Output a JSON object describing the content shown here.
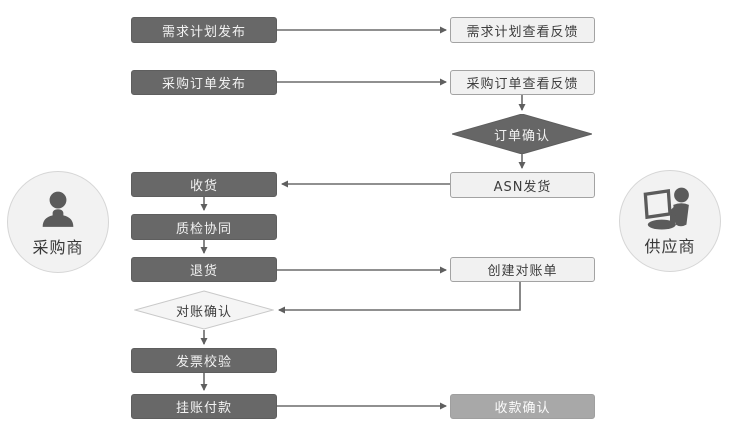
{
  "actors": {
    "buyer": {
      "label": "采购商",
      "icon": "person-icon",
      "side": "left"
    },
    "supplier": {
      "label": "供应商",
      "icon": "person-laptop-icon",
      "side": "right"
    }
  },
  "nodes": {
    "demand_plan_publish": {
      "label": "需求计划发布",
      "shape": "rect",
      "style": "dark"
    },
    "demand_plan_feedback": {
      "label": "需求计划查看反馈",
      "shape": "rect",
      "style": "light"
    },
    "po_publish": {
      "label": "采购订单发布",
      "shape": "rect",
      "style": "dark"
    },
    "po_feedback": {
      "label": "采购订单查看反馈",
      "shape": "rect",
      "style": "light"
    },
    "order_confirm": {
      "label": "订单确认",
      "shape": "diamond",
      "style": "dark"
    },
    "asn_ship": {
      "label": "ASN发货",
      "shape": "rect",
      "style": "light"
    },
    "receive": {
      "label": "收货",
      "shape": "rect",
      "style": "dark"
    },
    "quality_check": {
      "label": "质检协同",
      "shape": "rect",
      "style": "dark"
    },
    "return_goods": {
      "label": "退货",
      "shape": "rect",
      "style": "dark"
    },
    "create_statement": {
      "label": "创建对账单",
      "shape": "rect",
      "style": "light"
    },
    "statement_confirm": {
      "label": "对账确认",
      "shape": "diamond",
      "style": "light"
    },
    "invoice_verify": {
      "label": "发票校验",
      "shape": "rect",
      "style": "dark"
    },
    "payment": {
      "label": "挂账付款",
      "shape": "rect",
      "style": "dark"
    },
    "payment_confirm": {
      "label": "收款确认",
      "shape": "rect",
      "style": "medium"
    }
  },
  "edges": [
    {
      "from": "需求计划发布",
      "to": "需求计划查看反馈"
    },
    {
      "from": "采购订单发布",
      "to": "采购订单查看反馈"
    },
    {
      "from": "采购订单查看反馈",
      "to": "订单确认"
    },
    {
      "from": "订单确认",
      "to": "ASN发货"
    },
    {
      "from": "ASN发货",
      "to": "收货"
    },
    {
      "from": "收货",
      "to": "质检协同"
    },
    {
      "from": "质检协同",
      "to": "退货"
    },
    {
      "from": "退货",
      "to": "创建对账单"
    },
    {
      "from": "创建对账单",
      "to": "对账确认"
    },
    {
      "from": "对账确认",
      "to": "发票校验"
    },
    {
      "from": "发票校验",
      "to": "挂账付款"
    },
    {
      "from": "挂账付款",
      "to": "收款确认"
    }
  ],
  "colors": {
    "node_dark": "#686868",
    "node_dark_border": "#5e5e5e",
    "node_light_fill": "#f1f1f1",
    "node_light_border": "#a3a3a3",
    "node_medium": "#a8a8a8",
    "diamond_light_fill": "#f5f5f5",
    "diamond_light_border": "#c9c9c9",
    "connector": "#6b6b6b",
    "text_on_dark": "#f2f2f2",
    "text_on_light": "#3d3d3d",
    "actor_fill": "#f2f2f2",
    "actor_border": "#d6d6d6",
    "actor_icon": "#5b5b5b",
    "background": "#ffffff"
  }
}
